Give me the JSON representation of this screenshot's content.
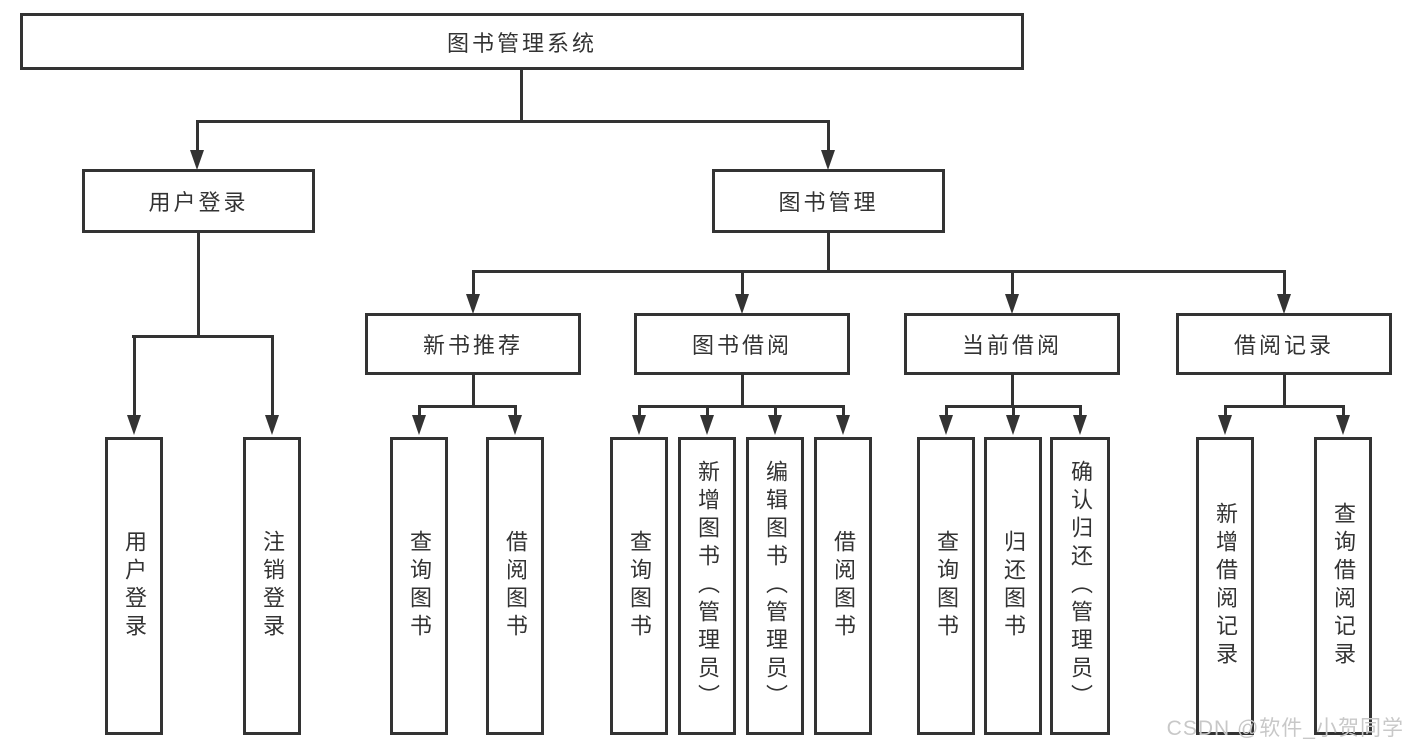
{
  "diagram": {
    "title": "图书管理系统",
    "root": {
      "label": "图书管理系统"
    },
    "branches": [
      {
        "label": "用户登录",
        "children": [
          {
            "label": "用户登录"
          },
          {
            "label": "注销登录"
          }
        ]
      },
      {
        "label": "图书管理",
        "groups": [
          {
            "label": "新书推荐",
            "children": [
              {
                "label": "查询图书"
              },
              {
                "label": "借阅图书"
              }
            ]
          },
          {
            "label": "图书借阅",
            "children": [
              {
                "label": "查询图书"
              },
              {
                "label": "新增图书（管理员）"
              },
              {
                "label": "编辑图书（管理员）"
              },
              {
                "label": "借阅图书"
              }
            ]
          },
          {
            "label": "当前借阅",
            "children": [
              {
                "label": "查询图书"
              },
              {
                "label": "归还图书"
              },
              {
                "label": "确认归还（管理员）"
              }
            ]
          },
          {
            "label": "借阅记录",
            "children": [
              {
                "label": "新增借阅记录"
              },
              {
                "label": "查询借阅记录"
              }
            ]
          }
        ]
      }
    ]
  },
  "watermark": {
    "text": "CSDN @软件_小贺同学"
  },
  "colors": {
    "line": "#333333",
    "text": "#333333",
    "background": "#ffffff",
    "watermark": "#c8c8c8"
  }
}
